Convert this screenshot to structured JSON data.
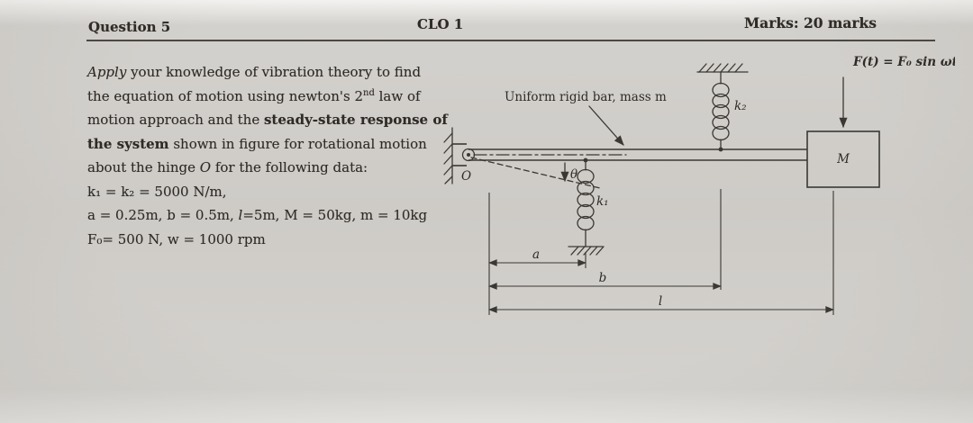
{
  "header": {
    "question": "Question 5",
    "clo": "CLO 1",
    "marks": "Marks: 20 marks"
  },
  "question": {
    "lines": [
      [
        {
          "t": "Apply",
          "s": "i"
        },
        {
          "t": " your knowledge of vibration theory to find",
          "s": ""
        }
      ],
      [
        {
          "t": "the equation of motion using newton's 2",
          "s": ""
        },
        {
          "t": "nd",
          "s": "sup"
        },
        {
          "t": " law of",
          "s": ""
        }
      ],
      [
        {
          "t": "motion approach and the ",
          "s": ""
        },
        {
          "t": "steady-state response of",
          "s": "b"
        }
      ],
      [
        {
          "t": "the system",
          "s": "b"
        },
        {
          "t": " shown in figure for rotational motion",
          "s": ""
        }
      ],
      [
        {
          "t": "about the hinge ",
          "s": ""
        },
        {
          "t": "O",
          "s": "i"
        },
        {
          "t": " for the following data:",
          "s": ""
        }
      ],
      [
        {
          "t": "k₁ = k₂ = 5000 N/m,",
          "s": ""
        }
      ],
      [
        {
          "t": "a = 0.25m, b = 0.5m, ",
          "s": ""
        },
        {
          "t": "l",
          "s": "i"
        },
        {
          "t": "=5m, M = 50kg, m = 10kg",
          "s": ""
        }
      ],
      [
        {
          "t": "F₀= 500 N, w = 1000 rpm",
          "s": ""
        }
      ]
    ]
  },
  "figure": {
    "bar_label": "Uniform rigid bar, mass m",
    "force_label": "F(t) = F₀ sin ωt",
    "spring_upper_label": "k₂",
    "spring_lower_label": "k₁",
    "mass_label": "M",
    "hinge_label": "O",
    "angle_label": "θ",
    "dim_a_label": "a",
    "dim_b_label": "b",
    "dim_l_label": "l"
  },
  "colors": {
    "paper": "#cecbc7",
    "ink": "#2e2a26",
    "line": "#3b3833"
  }
}
